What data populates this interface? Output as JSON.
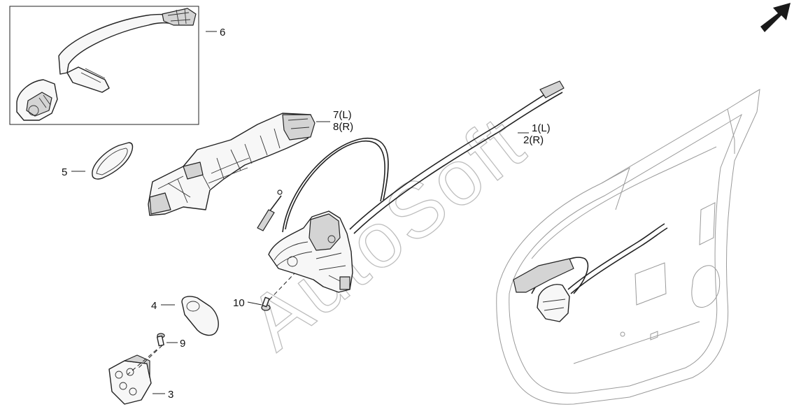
{
  "callouts": {
    "c6": "6",
    "c7_l": "7(L)",
    "c8_r": "8(R)",
    "c1_l": "1(L)",
    "c2_r": "2(R)",
    "c5": "5",
    "c4": "4",
    "c10": "10",
    "c9": "9",
    "c3": "3"
  },
  "watermark": "AutoSoft",
  "icons": {
    "direction_arrow": "front-direction-arrow-icon"
  }
}
